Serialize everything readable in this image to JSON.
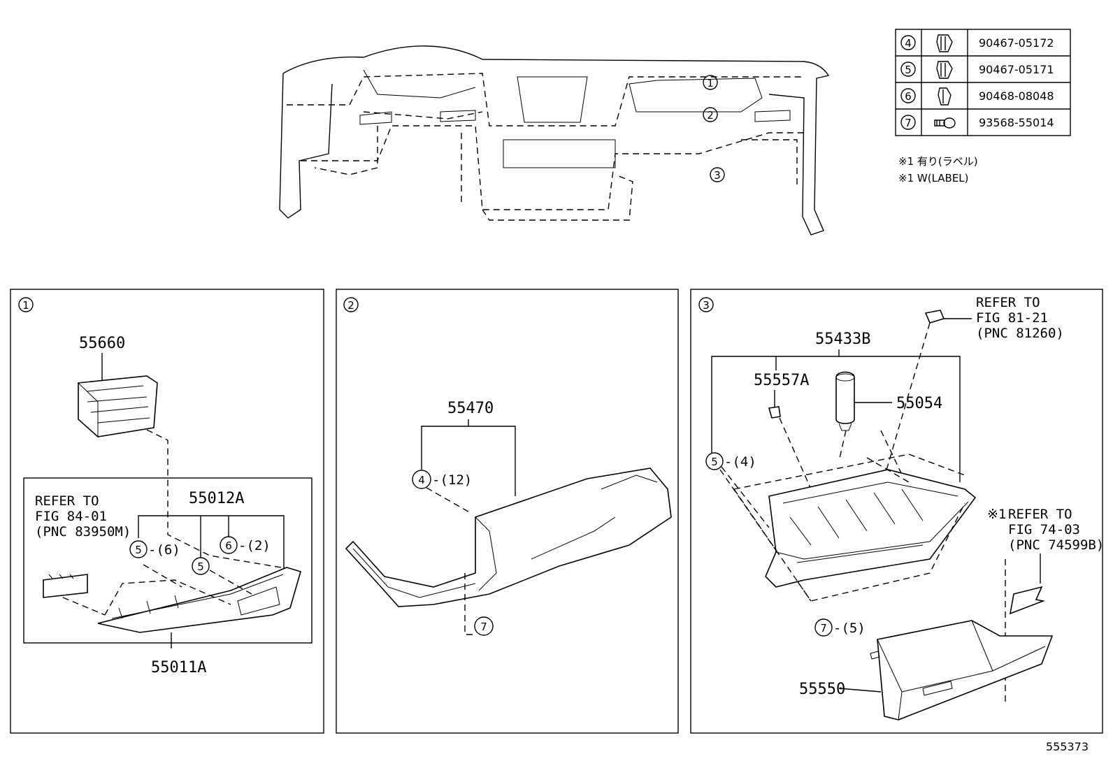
{
  "fastener_table": [
    {
      "ref": "4",
      "part_number": "90467-05172",
      "icon": "clip-icon"
    },
    {
      "ref": "5",
      "part_number": "90467-05171",
      "icon": "clip-icon"
    },
    {
      "ref": "6",
      "part_number": "90468-08048",
      "icon": "clip-icon"
    },
    {
      "ref": "7",
      "part_number": "93568-55014",
      "icon": "screw-icon"
    }
  ],
  "notes": [
    "※1 有り(ラベル)",
    "※1 W(LABEL)"
  ],
  "overview": {
    "callouts": [
      "1",
      "2",
      "3"
    ]
  },
  "panel1": {
    "index": "1",
    "parts": {
      "p55660": "55660",
      "p55012A": "55012A",
      "p55011A": "55011A"
    },
    "refer": [
      "REFER TO",
      "FIG 84-01",
      "(PNC 83950M)"
    ],
    "callouts": {
      "c5a": "5",
      "c5a_qty": "-(6)",
      "c5b": "5",
      "c6": "6",
      "c6_qty": "-(2)"
    }
  },
  "panel2": {
    "index": "2",
    "parts": {
      "p55470": "55470"
    },
    "callouts": {
      "c4": "4",
      "c4_qty": "-(12)",
      "c7": "7"
    }
  },
  "panel3": {
    "index": "3",
    "parts": {
      "p55433B": "55433B",
      "p55557A": "55557A",
      "p55054": "55054",
      "p55550": "55550"
    },
    "refer1": [
      "REFER TO",
      "FIG 81-21",
      "(PNC 81260)"
    ],
    "refer2_prefix": "※1",
    "refer2": [
      "REFER TO",
      "FIG 74-03",
      "(PNC 74599B)"
    ],
    "callouts": {
      "c5": "5",
      "c5_qty": "-(4)",
      "c7": "7",
      "c7_qty": "-(5)"
    }
  },
  "illustration_id": "555373"
}
